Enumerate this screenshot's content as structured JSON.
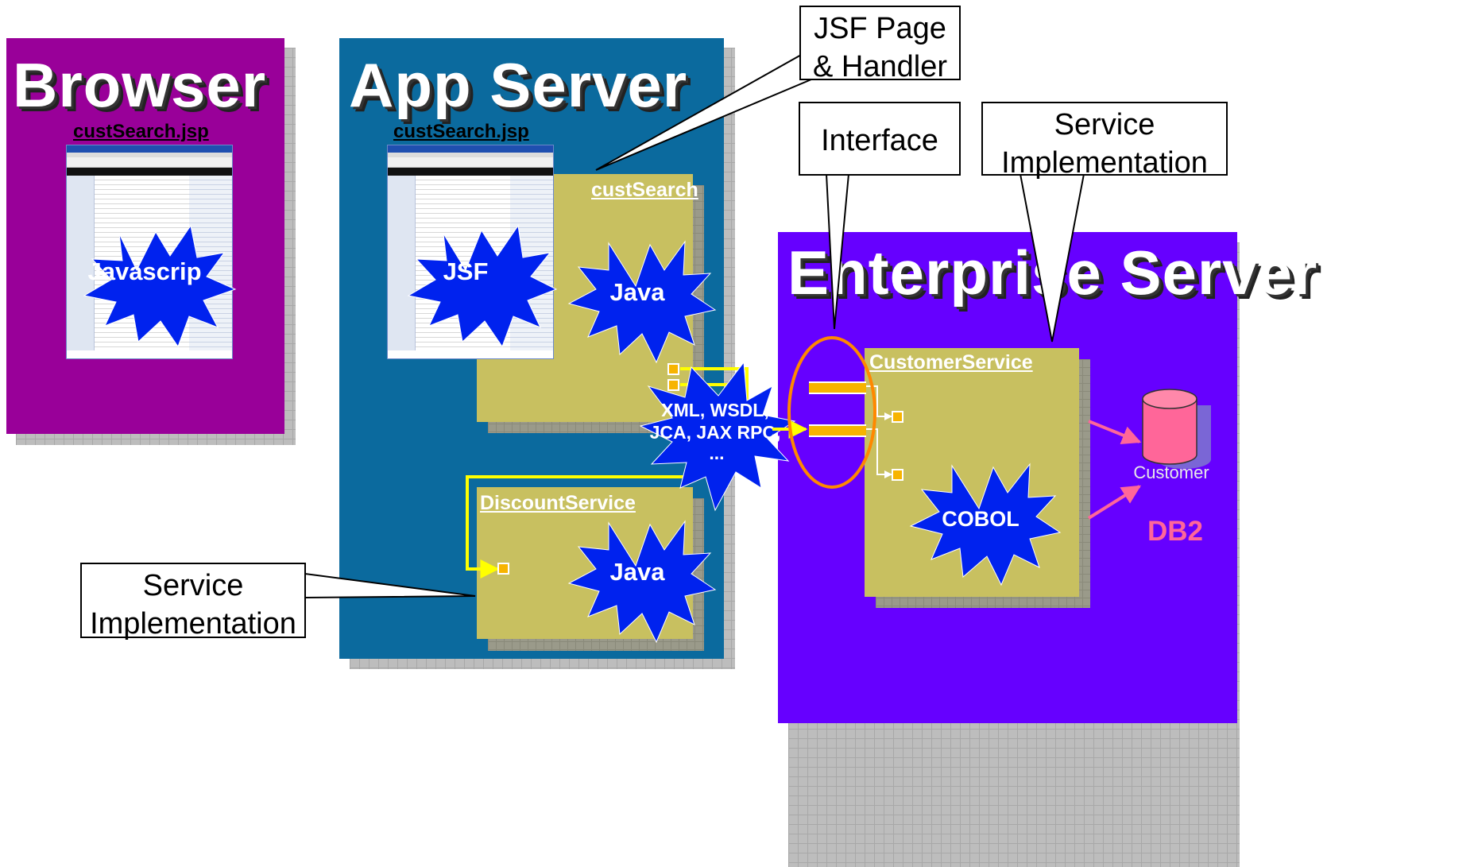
{
  "panels": {
    "browser": {
      "title": "Browser",
      "jsp": "custSearch.jsp",
      "burst": "Javascrip",
      "color": "#990099"
    },
    "app_server": {
      "title": "App Server",
      "jsp": "custSearch.jsp",
      "burst": "JSF",
      "color": "#0b6a9e"
    },
    "enterprise_server": {
      "title": "Enterprise Server",
      "color": "#6600ff"
    }
  },
  "components": {
    "cust_search": {
      "label": "custSearch",
      "burst": "Java"
    },
    "discount_service": {
      "label": "DiscountService",
      "burst": "Java"
    },
    "customer_service": {
      "label": "CustomerService",
      "burst": "COBOL"
    }
  },
  "middle_burst": {
    "lines": [
      "XML, WSDL,",
      "JCA, JAX RPC,",
      "..."
    ]
  },
  "callouts": {
    "jsf_page": {
      "lines": [
        "JSF Page",
        "& Handler"
      ]
    },
    "interface": {
      "lines": [
        "Interface"
      ]
    },
    "service_impl_top": {
      "lines": [
        "Service",
        "Implementation"
      ]
    },
    "service_impl_bottom": {
      "lines": [
        "Service",
        "Implementation"
      ]
    }
  },
  "database": {
    "label": "Customer",
    "name": "DB2",
    "color": "#ff6699"
  },
  "colors": {
    "component": "#c8c060",
    "port": "#f7b400",
    "connector": "#ffff00",
    "burst": "#0022ee",
    "interface_ring": "#ff8800"
  }
}
